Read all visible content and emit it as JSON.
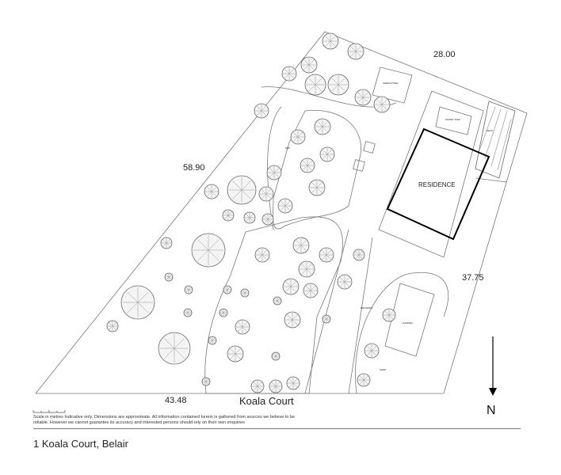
{
  "dimensions": {
    "top": "28.00",
    "left": "58.90",
    "right": "37.75",
    "bottom": "43.48"
  },
  "street": "Koala Court",
  "labels": {
    "residence": "RESIDENCE",
    "shed": "SHED/STORE",
    "water_tank": "WATER TANK",
    "deck": "DECK",
    "driveway": "DRIVEWAY",
    "garden": "GARDEN",
    "spa": "SPA",
    "shed2": "SHED"
  },
  "north": "N",
  "disclaimer": "Scale in metres Indicative only. Dimensions are approximate. All information contained herein is gathered from sources we believe to be reliable. However we cannot guarantee its accuracy and interested persons should rely on their own enquiries",
  "caption": "1 Koala Court, Belair"
}
